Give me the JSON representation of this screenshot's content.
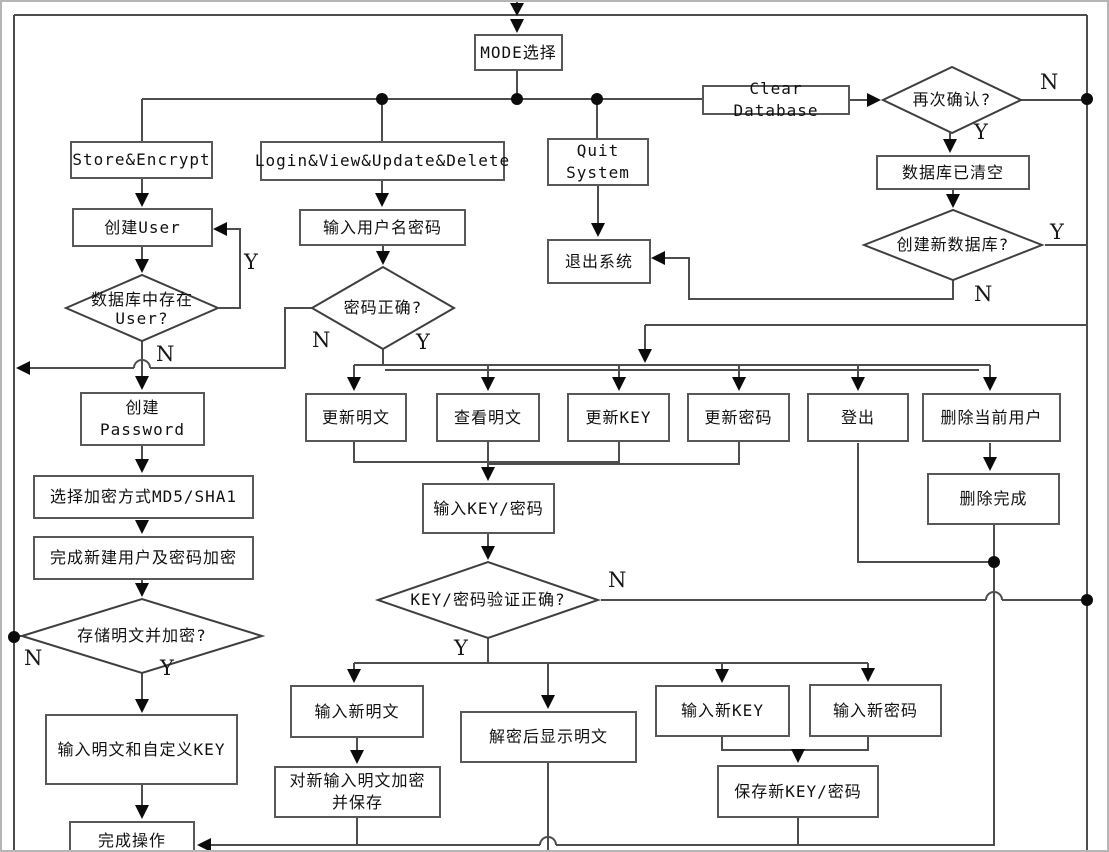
{
  "colors": {
    "line": "#4d4d4d",
    "node_border": "#585858",
    "arrow": "#0b0b0b",
    "background": "#ffffff",
    "text": "#111111"
  },
  "nodes": {
    "mode_select": "MODE选择",
    "store_encrypt": "Store&Encrypt",
    "login_view": "Login&View&Update&Delete",
    "quit_system": "Quit\nSystem",
    "clear_database": "Clear Database",
    "confirm_again_q": "再次确认?",
    "db_cleared": "数据库已清空",
    "create_new_db_q": "创建新数据库?",
    "exit_system": "退出系统",
    "create_user": "创建User",
    "db_user_exists_q": "数据库中存在\nUser?",
    "input_username_pwd": "输入用户名密码",
    "password_correct_q": "密码正确?",
    "create_password": "创建\nPassword",
    "choose_encryption": "选择加密方式MD5/SHA1",
    "finish_user_pwd_encrypt": "完成新建用户及密码加密",
    "store_plaintext_q": "存储明文并加密?",
    "input_plain_and_key": "输入明文和自定义KEY",
    "finish_operation": "完成操作",
    "update_plaintext": "更新明文",
    "view_plaintext": "查看明文",
    "update_key": "更新KEY",
    "update_password": "更新密码",
    "logout": "登出",
    "delete_current_user": "删除当前用户",
    "delete_done": "删除完成",
    "input_key_pwd": "输入KEY/密码",
    "key_pwd_verify_q": "KEY/密码验证正确?",
    "input_new_plaintext": "输入新明文",
    "decrypt_show_plaintext": "解密后显示明文",
    "input_new_key": "输入新KEY",
    "input_new_password": "输入新密码",
    "encrypt_save_new_plaintext": "对新输入明文加密\n并保存",
    "save_new_key_pwd": "保存新KEY/密码"
  },
  "labels": {
    "confirm_again_n": "N",
    "confirm_again_y": "Y",
    "create_new_db_y": "Y",
    "create_new_db_n": "N",
    "db_user_exists_y": "Y",
    "db_user_exists_n": "N",
    "password_correct_n": "N",
    "password_correct_y": "Y",
    "store_plaintext_n": "N",
    "store_plaintext_y": "Y",
    "key_pwd_verify_n": "N",
    "key_pwd_verify_y": "Y"
  }
}
